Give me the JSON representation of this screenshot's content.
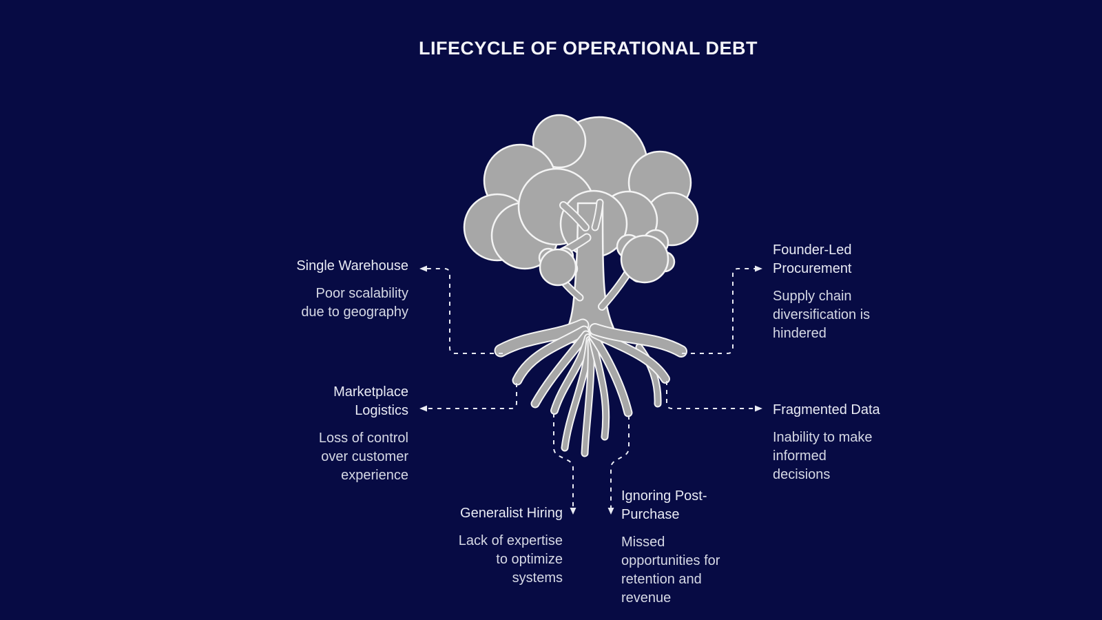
{
  "title": "LIFECYCLE OF OPERATIONAL DEBT",
  "colors": {
    "background": "#070b44",
    "tree_fill": "#a7a7a7",
    "tree_outline": "#f4f4f4",
    "connector": "#e9ebf3",
    "title_text": "#f4f5f9",
    "label_title_text": "#e9ebf4",
    "label_desc_text": "#d6d9e5"
  },
  "labels": {
    "single_warehouse": {
      "title": "Single Warehouse",
      "description": "Poor scalability due to geography"
    },
    "marketplace_logistics": {
      "title": "Marketplace Logistics",
      "description": "Loss of control over customer experience"
    },
    "founder_led_procurement": {
      "title": "Founder-Led Procurement",
      "description": "Supply chain diversification is hindered"
    },
    "fragmented_data": {
      "title": "Fragmented Data",
      "description": "Inability to make informed decisions"
    },
    "generalist_hiring": {
      "title": "Generalist Hiring",
      "description": "Lack of expertise to optimize systems"
    },
    "ignoring_post_purchase": {
      "title": "Ignoring Post-Purchase",
      "description": "Missed opportunities for retention and revenue"
    }
  }
}
